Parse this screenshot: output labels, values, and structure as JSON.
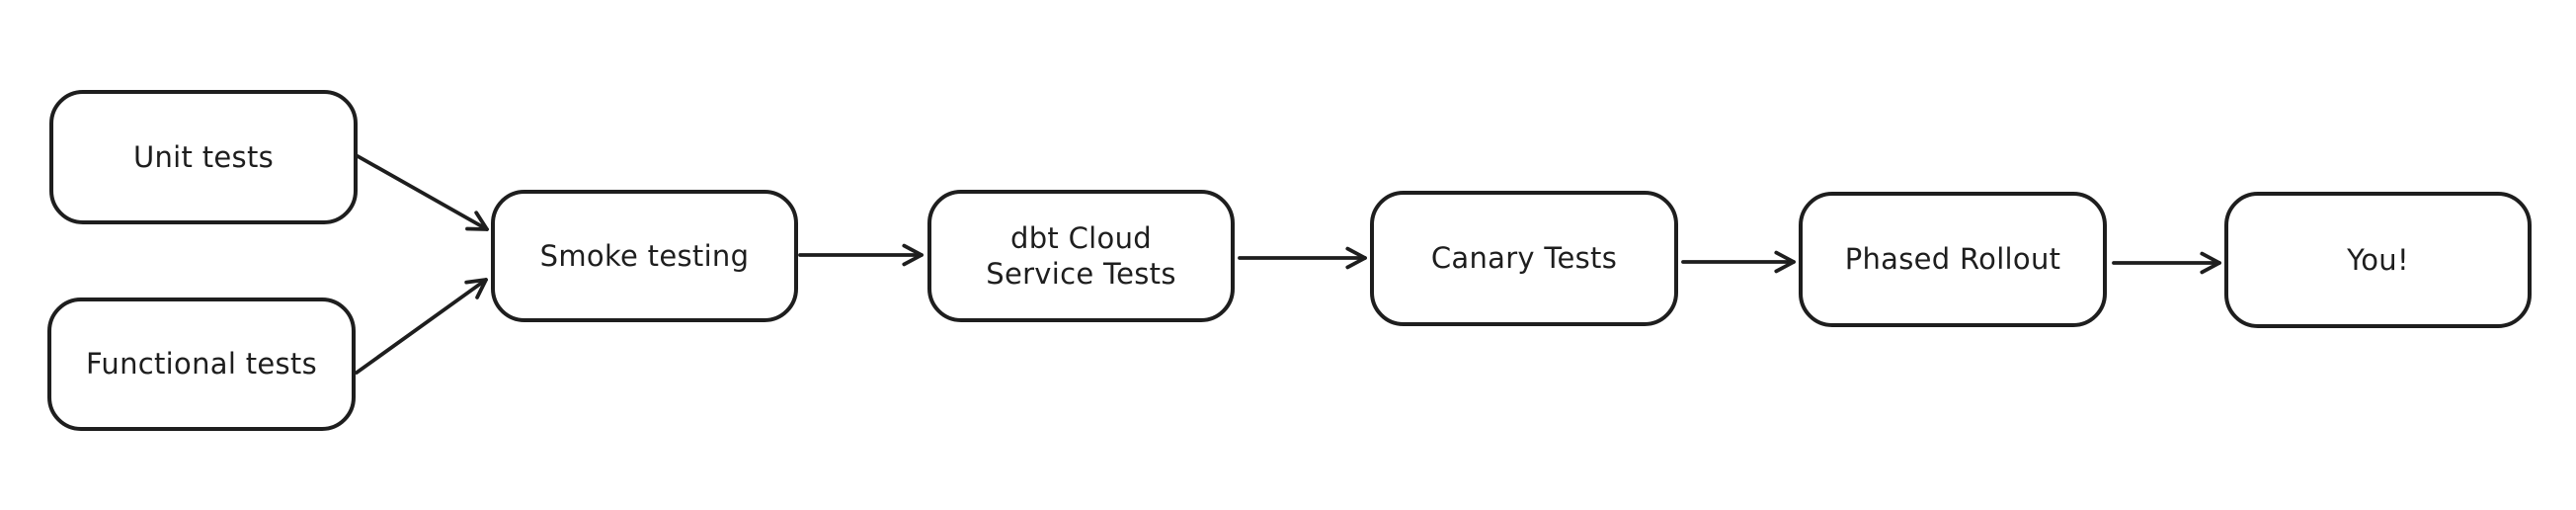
{
  "diagram": {
    "type": "flowchart",
    "background_color": "#ffffff",
    "stroke_color": "#1e1e1e",
    "node_fill_color": "#ffffff",
    "artifact_dot_color": "#e57373",
    "nodes": [
      {
        "id": "unit-tests",
        "label": "Unit tests"
      },
      {
        "id": "functional-tests",
        "label": "Functional tests"
      },
      {
        "id": "smoke-testing",
        "label": "Smoke testing"
      },
      {
        "id": "dbt-cloud-service-tests",
        "label": "dbt Cloud Service Tests",
        "label_line1": "dbt Cloud",
        "label_line2": "Service Tests"
      },
      {
        "id": "canary-tests",
        "label": "Canary Tests"
      },
      {
        "id": "phased-rollout",
        "label": "Phased Rollout"
      },
      {
        "id": "you",
        "label": "You!"
      }
    ],
    "edges": [
      {
        "from": "unit-tests",
        "to": "smoke-testing"
      },
      {
        "from": "functional-tests",
        "to": "smoke-testing"
      },
      {
        "from": "smoke-testing",
        "to": "dbt-cloud-service-tests"
      },
      {
        "from": "dbt-cloud-service-tests",
        "to": "canary-tests"
      },
      {
        "from": "canary-tests",
        "to": "phased-rollout"
      },
      {
        "from": "phased-rollout",
        "to": "you"
      }
    ]
  }
}
